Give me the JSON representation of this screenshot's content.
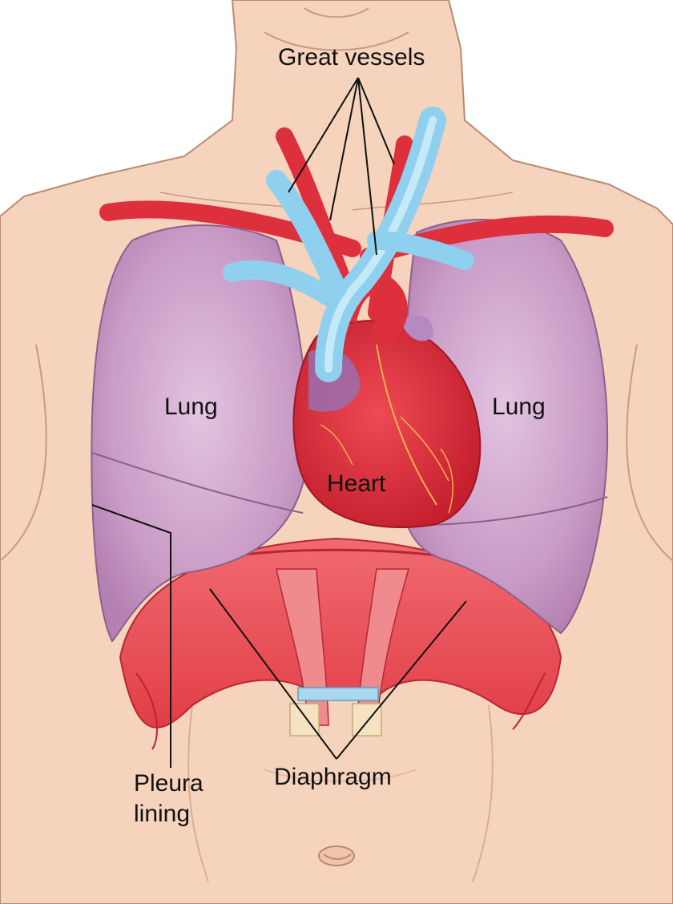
{
  "labels": {
    "great_vessels": "Great vessels",
    "lung_left": "Lung",
    "lung_right": "Lung",
    "heart": "Heart",
    "diaphragm": "Diaphragm",
    "pleura_line1": "Pleura",
    "pleura_line2": "lining"
  },
  "colors": {
    "skin": "#f6d3bd",
    "skin_outline": "#b98a72",
    "lung": "#c99bc6",
    "artery": "#e4333f",
    "vein": "#8fd0ee",
    "heart": "#d82a38",
    "diaphragm": "#e94a52"
  }
}
